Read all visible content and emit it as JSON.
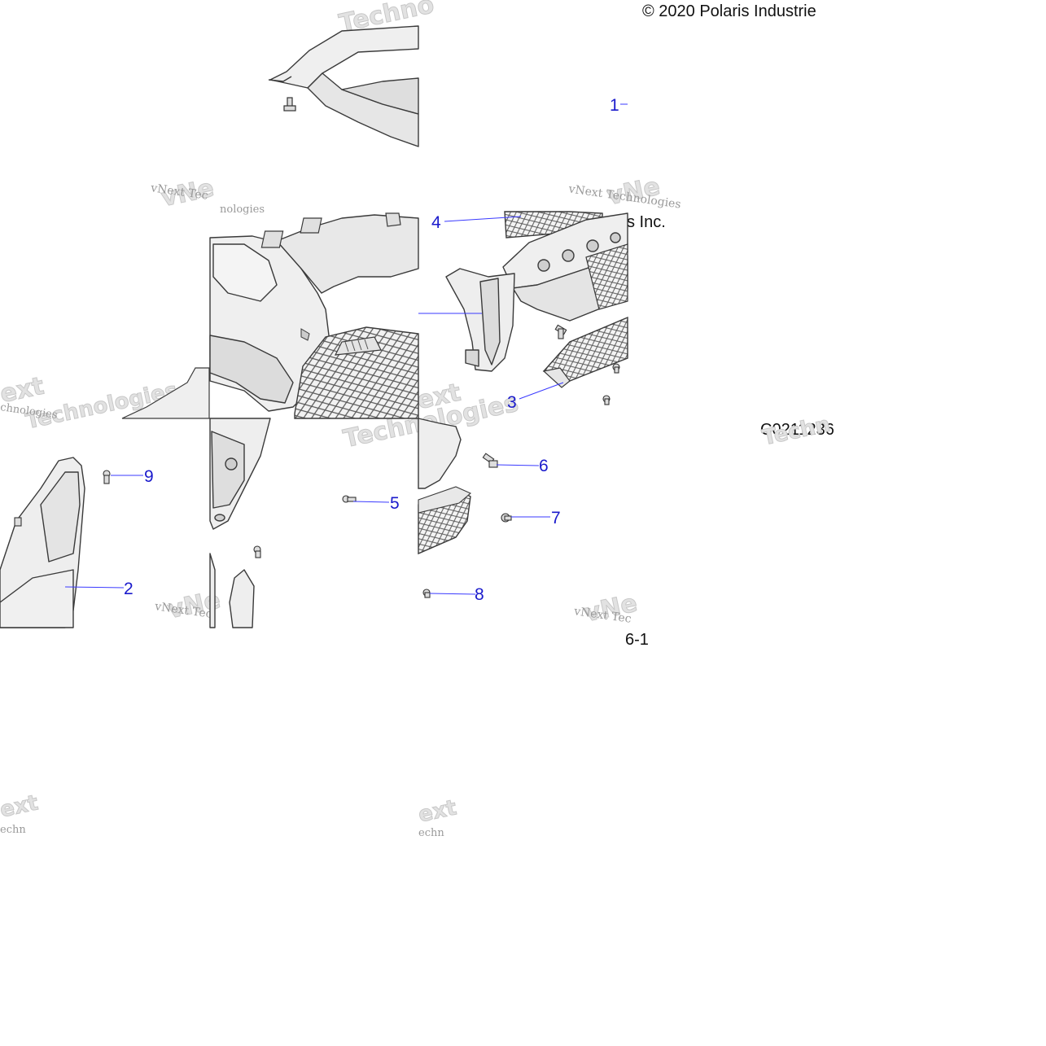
{
  "texts": {
    "copyright_top": "© 2020 Polaris Industrie",
    "copyright_fragment": "s Inc.",
    "doc_number": "C0211236",
    "page_fragment": "6-1"
  },
  "watermarks": {
    "brand_line": "vNext Technologies",
    "frag_a": "vNext Tec",
    "frag_b": "nologies",
    "frag_c": "chnologies",
    "frag_d": "Techno",
    "frag_e": "Technologies",
    "frag_f": "vNe",
    "frag_g": "ext",
    "frag_h": "echn",
    "frag_i": "Techn"
  },
  "callouts": [
    {
      "num": "1"
    },
    {
      "num": "2"
    },
    {
      "num": "3"
    },
    {
      "num": "4"
    },
    {
      "num": "5"
    },
    {
      "num": "6"
    },
    {
      "num": "7"
    },
    {
      "num": "8"
    },
    {
      "num": "9"
    }
  ],
  "colors": {
    "callout_text": "#1a1acc",
    "leader_line": "#3a3aff",
    "part_fill": "#eeeeee",
    "part_stroke": "#3a3a3a",
    "mesh": "#555555"
  }
}
